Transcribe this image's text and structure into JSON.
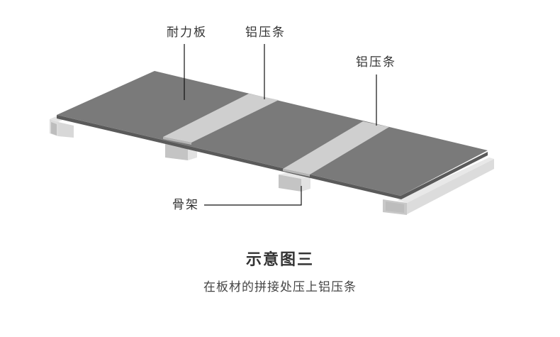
{
  "labels": {
    "panel": "耐力板",
    "strip_left": "铝压条",
    "strip_right": "铝压条",
    "frame": "骨架"
  },
  "caption": {
    "title": "示意图三",
    "subtitle": "在板材的拼接处压上铝压条"
  },
  "colors": {
    "panel_top": "#7a7a7a",
    "panel_edge": "#5a5a5a",
    "strip": "#cfcfcf",
    "frame_light": "#e6e6e6",
    "frame_face": "#c4c4c4",
    "leader_line": "#111111",
    "text": "#333333"
  }
}
